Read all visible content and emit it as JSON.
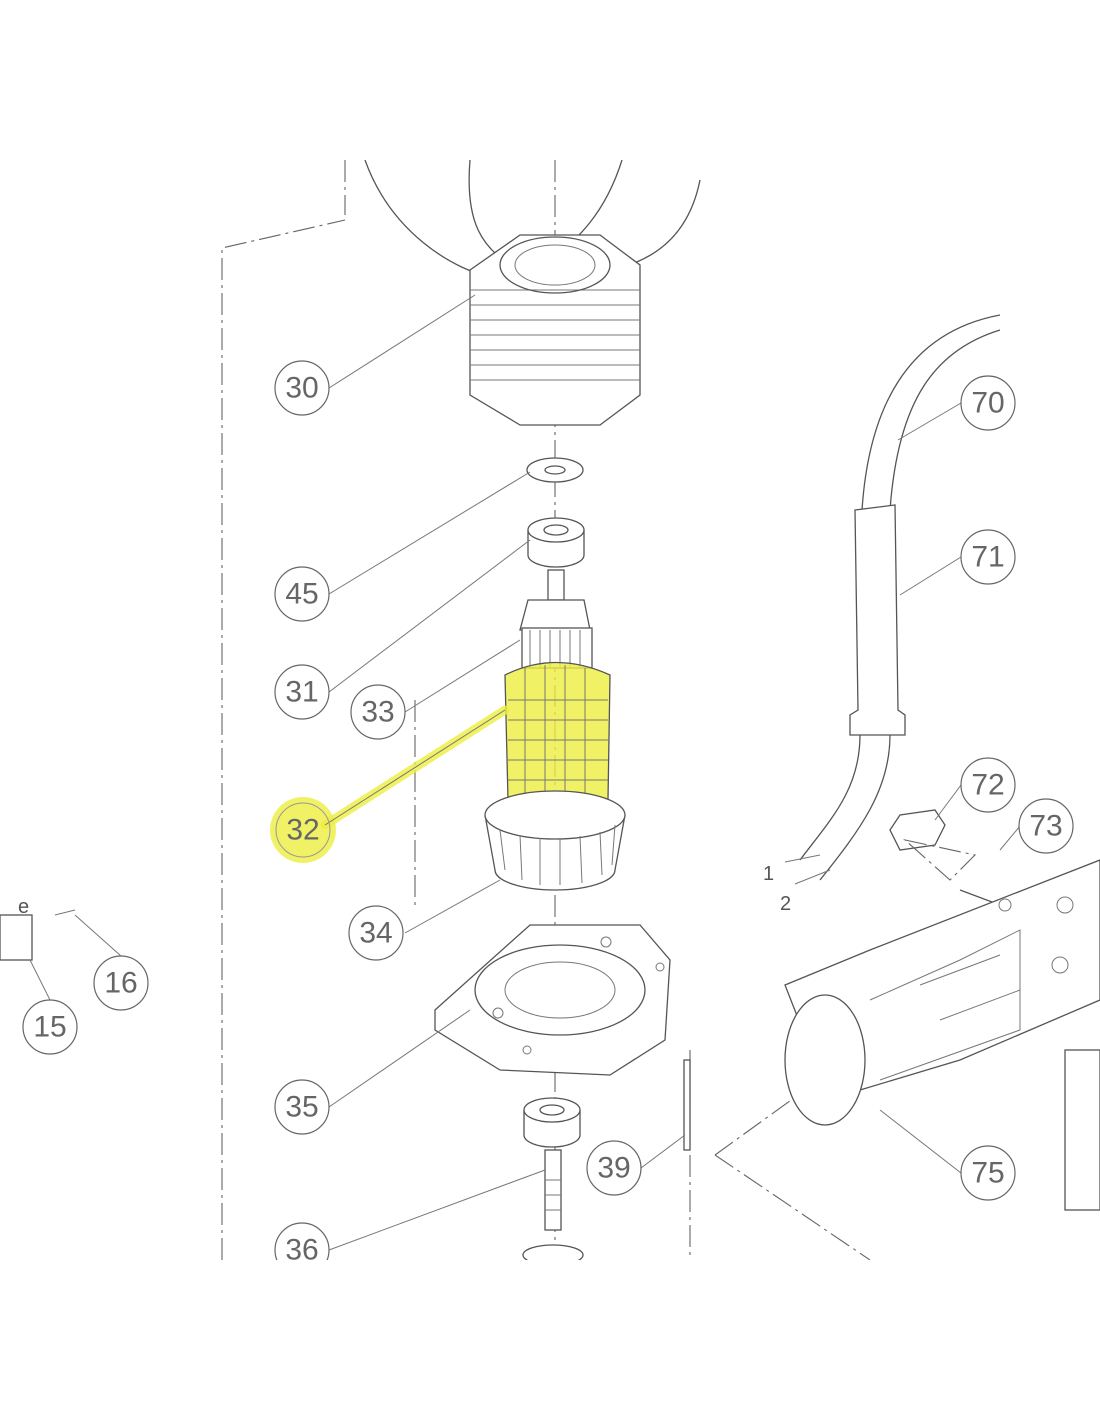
{
  "diagram": {
    "title": "Exploded parts diagram - motor assembly",
    "highlight_color": "#eeee40",
    "highlighted_part": "32",
    "callouts": {
      "c30": "30",
      "c70": "70",
      "c45": "45",
      "c71": "71",
      "c31": "31",
      "c33": "33",
      "c32": "32",
      "c72": "72",
      "c73": "73",
      "c34": "34",
      "c16": "16",
      "c15": "15",
      "c35": "35",
      "c39": "39",
      "c75": "75",
      "c36": "36"
    },
    "wire_labels": {
      "w1": "1",
      "w2": "2"
    }
  }
}
